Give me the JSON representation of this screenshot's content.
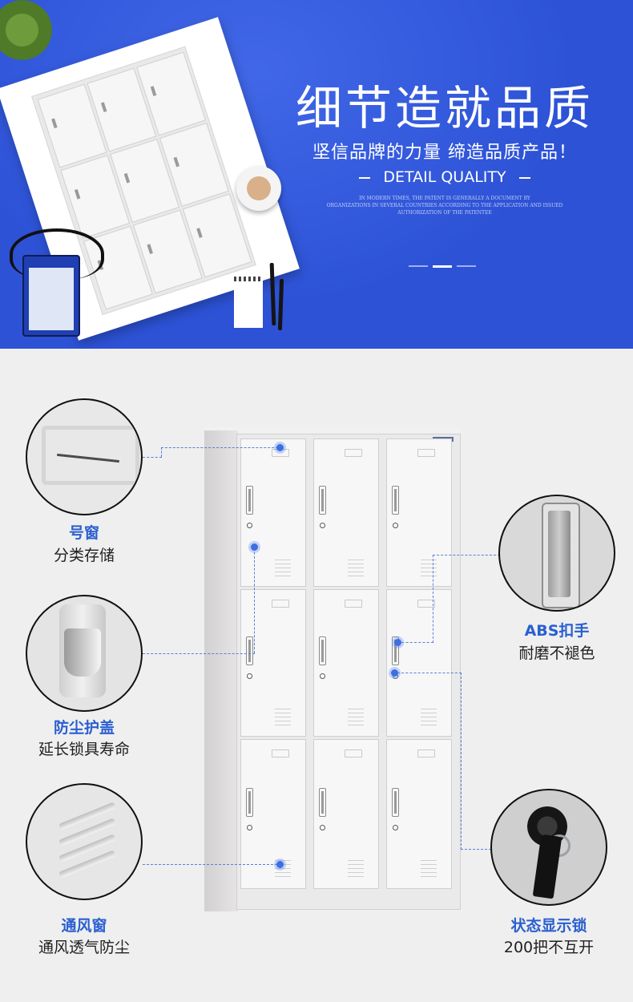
{
  "banner": {
    "title": "细节造就品质",
    "subtitle": "坚信品牌的力量 缔造品质产品！",
    "english_title": "DETAIL QUALITY",
    "fine_print": [
      "IN MODERN TIMES, THE PATENT IS GENERALLY A DOCUMENT BY",
      "ORGANIZATIONS IN SEVERAL COUNTRIES ACCORDING TO THE APPLICATION AND ISSUED",
      "AUTHORIZATION OF THE PATENTEE"
    ],
    "colors": {
      "background": "#2d52d6",
      "text": "#ffffff"
    }
  },
  "callouts": [
    {
      "label": "号窗",
      "desc": "分类存储",
      "icon": "number-window-icon"
    },
    {
      "label": "防尘护盖",
      "desc": "延长锁具寿命",
      "icon": "dust-cover-icon"
    },
    {
      "label": "通风窗",
      "desc": "通风透气防尘",
      "icon": "vent-icon"
    },
    {
      "label": "ABS扣手",
      "desc": "耐磨不褪色",
      "icon": "abs-handle-icon"
    },
    {
      "label": "状态显示锁",
      "desc": "200把不互开",
      "icon": "status-lock-icon"
    }
  ],
  "colors": {
    "accent": "#2a5fd0",
    "section_bg": "#efefef"
  }
}
